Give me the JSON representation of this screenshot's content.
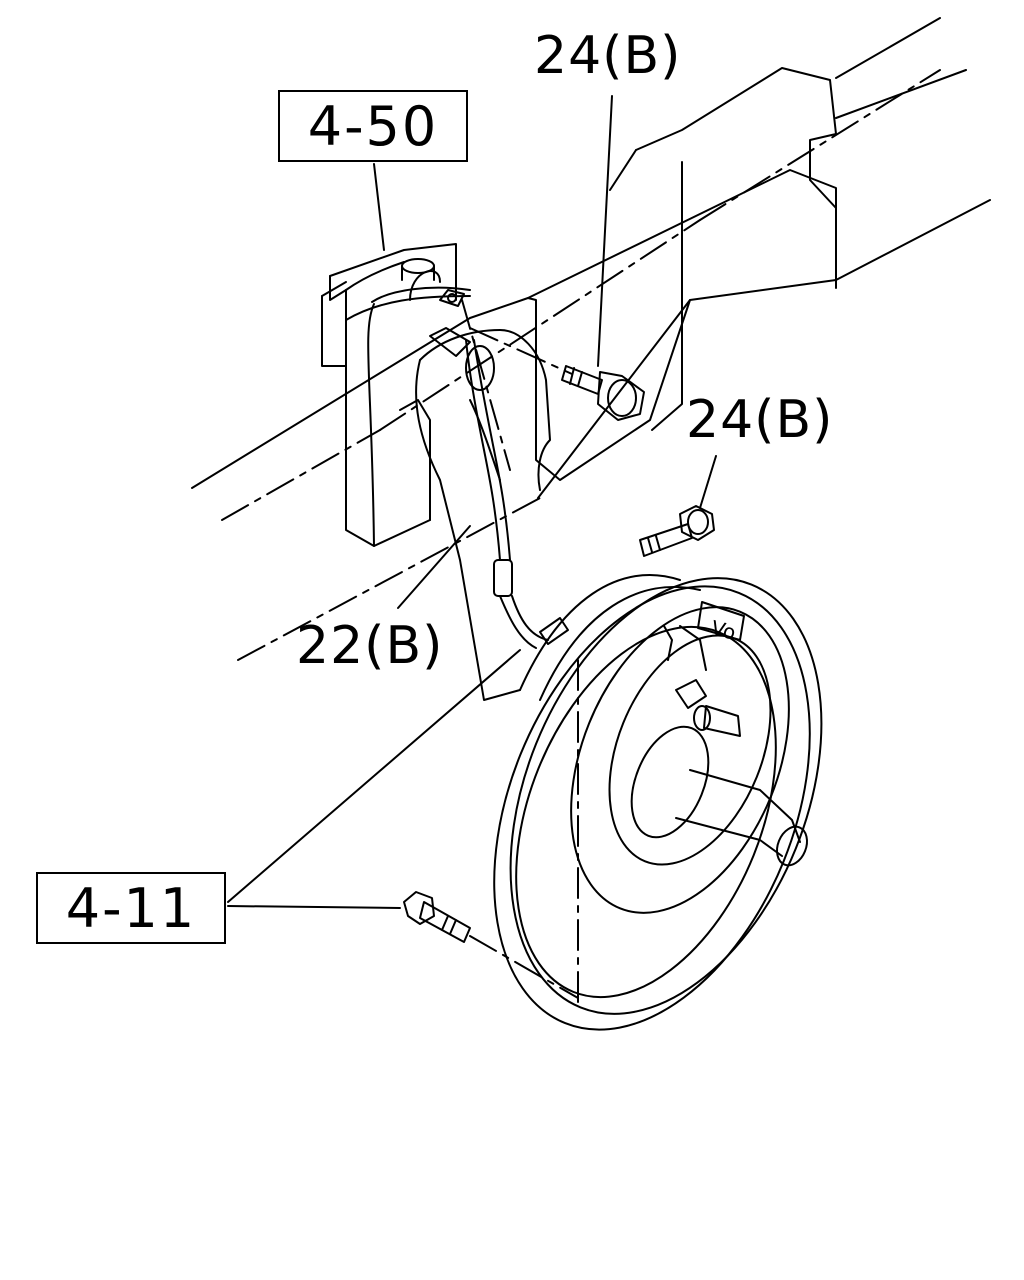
{
  "diagram": {
    "ref_boxes": {
      "upper": "4-50",
      "lower": "4-11"
    },
    "callouts": {
      "bolt_top": "24(B)",
      "bolt_right": "24(B)",
      "hose": "22(B)"
    },
    "stamp_text": "Vo"
  }
}
